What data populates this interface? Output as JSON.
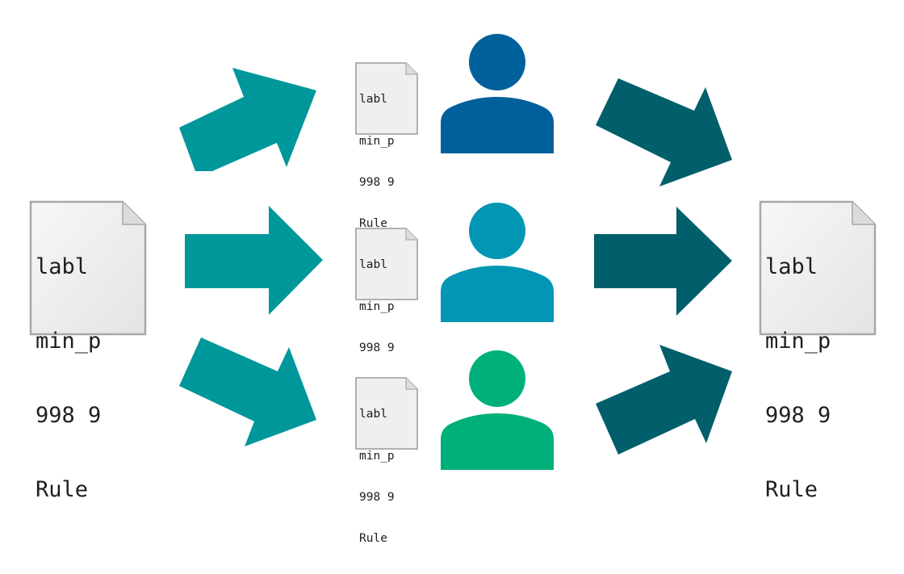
{
  "diagram": {
    "type": "distribution-flow",
    "description": "A source rule file is distributed to three people, each producing a copy; results merge into a single output rule file.",
    "colors": {
      "background": "#ffffff",
      "arrow_in": "#00979a",
      "arrow_out": "#005f6b",
      "person_top": "#00609b",
      "person_middle": "#0096b4",
      "person_bottom": "#00b07a",
      "doc_fill": "#f0f0f0",
      "doc_border": "#b0b0b0",
      "doc_text": "#1e1e1e"
    },
    "source_doc": {
      "lines": [
        "labl",
        "min_p",
        "998 9",
        "Rule"
      ]
    },
    "branches": [
      {
        "name": "top",
        "doc_lines": [
          "labl",
          "min_p",
          "998 9",
          "Rule"
        ],
        "person_color": "#00609b"
      },
      {
        "name": "middle",
        "doc_lines": [
          "labl",
          "min_p",
          "998 9",
          "Rule"
        ],
        "person_color": "#0096b4"
      },
      {
        "name": "bottom",
        "doc_lines": [
          "labl",
          "min_p",
          "998 9",
          "Rule"
        ],
        "person_color": "#00b07a"
      }
    ],
    "output_doc": {
      "lines": [
        "labl",
        "min_p",
        "998 9",
        "Rule"
      ]
    }
  }
}
